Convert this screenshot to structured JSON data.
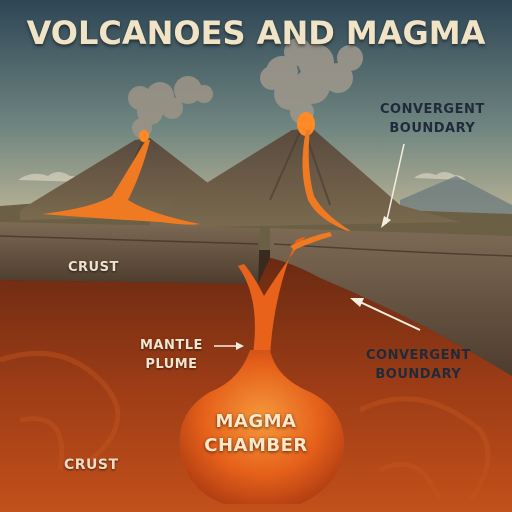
{
  "title": "VOLCANOES AND MAGMA",
  "labels": {
    "convergent_top": [
      "CONVERGENT",
      "BOUNDARY"
    ],
    "convergent_bottom": [
      "CONVERGENT",
      "BOUNDARY"
    ],
    "crust_top": "CRUST",
    "crust_bottom": "CRUST",
    "mantle_plume": [
      "MANTLE",
      "PLUME"
    ],
    "magma_chamber": [
      "MAGMA",
      "CHAMBER"
    ]
  },
  "colors": {
    "sky_top": "#2f4a5a",
    "sky_bottom": "#b9b49a",
    "crust": "#6e5a47",
    "mantle": "#a8421a",
    "magma": "#ef6a1c",
    "lava": "#f07a22"
  }
}
